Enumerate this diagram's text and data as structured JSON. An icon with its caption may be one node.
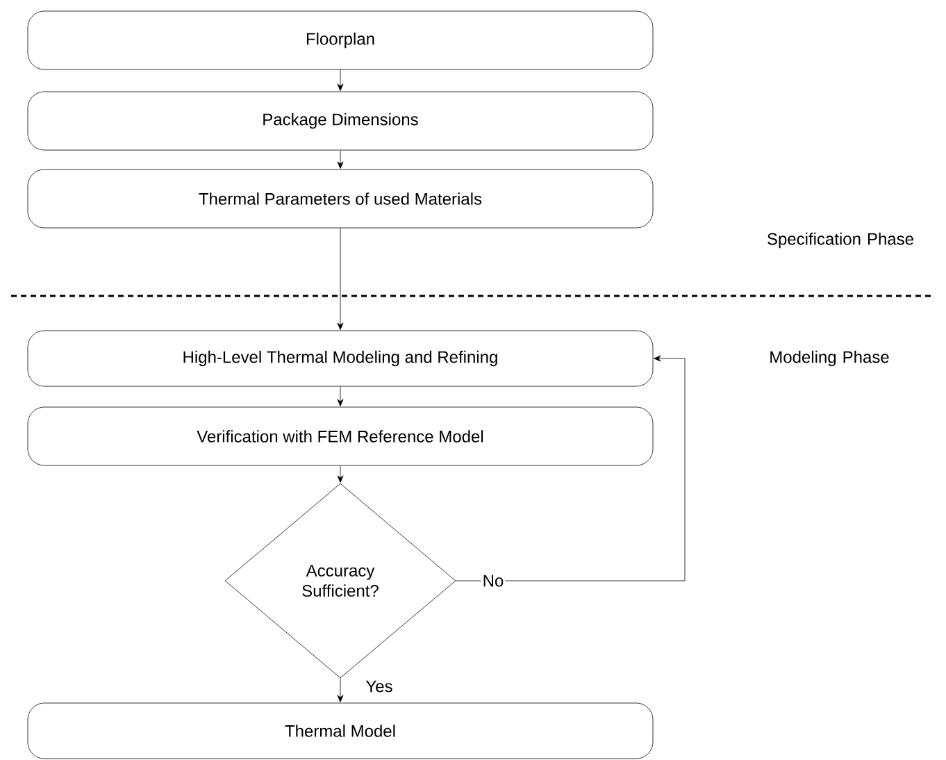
{
  "diagram": {
    "nodes": [
      {
        "text": [
          "Floorplan"
        ]
      },
      {
        "text": [
          "Package Dimensions"
        ]
      },
      {
        "text": [
          "Thermal Parameters of used Materials"
        ]
      },
      {
        "text": [
          "High-Level Thermal Modeling and Refining"
        ]
      },
      {
        "text": [
          "Verification with FEM Reference Model"
        ]
      },
      {
        "text": [
          "Accuracy Sufficient?"
        ]
      },
      {
        "text": [
          "Thermal Model"
        ]
      }
    ],
    "edges": [
      {
        "from": 0,
        "to": 1,
        "arrow": "to"
      },
      {
        "from": 1,
        "to": 2,
        "arrow": "to"
      },
      {
        "from": 2,
        "to": 3,
        "arrow": "to"
      },
      {
        "from": 3,
        "to": 4,
        "arrow": "to"
      },
      {
        "from": 4,
        "to": 5,
        "arrow": "to"
      },
      {
        "from": 5,
        "to": 6,
        "arrow": "to",
        "label": "Yes"
      },
      {
        "from": 5,
        "to": 3,
        "arrow": "to",
        "label": "No"
      }
    ],
    "labels": [
      "Specification Phase",
      "Modeling Phase"
    ]
  }
}
